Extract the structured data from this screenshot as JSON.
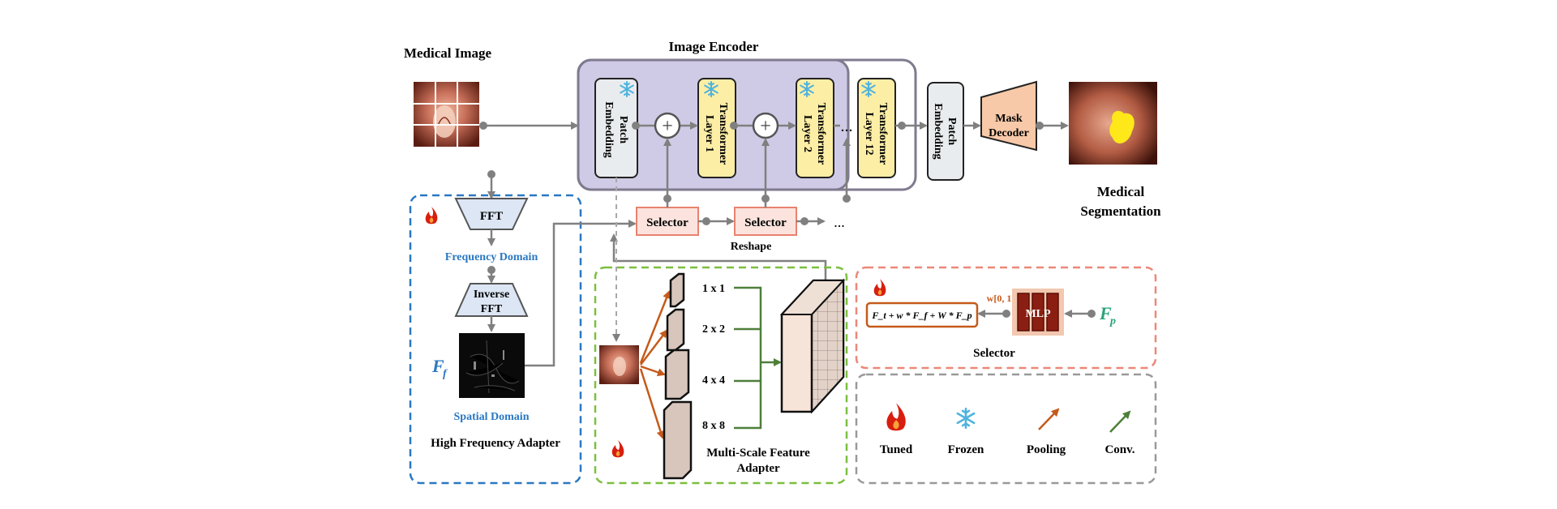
{
  "titles": {
    "medical_image": "Medical Image",
    "image_encoder": "Image Encoder",
    "segmentation_line1": "Medical",
    "segmentation_line2": "Segmentation"
  },
  "encoder": {
    "patch_embedding_l1": "Patch",
    "patch_embedding_l2": "Embedding",
    "layer1_l1": "Transformer",
    "layer1_l2": "Layer 1",
    "layer2_l1": "Transformer",
    "layer2_l2": "Layer 2",
    "layer12_l1": "Transformer",
    "layer12_l2": "Layer 12",
    "ellipsis": "...",
    "plus": "+"
  },
  "post": {
    "patch_embedding_l1": "Patch",
    "patch_embedding_l2": "Embedding",
    "mask_decoder_l1": "Mask",
    "mask_decoder_l2": "Decoder"
  },
  "hfa": {
    "fft": "FFT",
    "frequency_domain": "Frequency Domain",
    "inverse_fft_l1": "Inverse",
    "inverse_fft_l2": "FFT",
    "ff_symbol": "F",
    "ff_sub": "f",
    "spatial_domain": "Spatial Domain",
    "title": "High Frequency Adapter"
  },
  "selectors": {
    "selector1": "Selector",
    "selector2": "Selector",
    "ellipsis": "...",
    "reshape": "Reshape"
  },
  "msfa": {
    "scale1": "1 x 1",
    "scale2": "2 x 2",
    "scale3": "4 x 4",
    "scale4": "8 x 8",
    "title_l1": "Multi-Scale Feature",
    "title_l2": "Adapter"
  },
  "selector_panel": {
    "formula": "F_t + w * F_f + W * F_p",
    "weight": "w[0, 1]",
    "mlp": "MLP",
    "fp_symbol": "F",
    "fp_sub": "p",
    "title": "Selector"
  },
  "legend": {
    "tuned": "Tuned",
    "frozen": "Frozen",
    "pooling": "Pooling",
    "conv": "Conv."
  },
  "colors": {
    "encoder_fill": "#cfcbe6",
    "transformer_fill": "#fdeea6",
    "patch_fill": "#e9ecee",
    "decoder_fill": "#f7c9a8",
    "fft_fill": "#dce6f4",
    "selector_fill": "#fde3dd",
    "selector_stroke": "#e9826e",
    "blue_dash": "#2a78c2",
    "green_dash": "#7bbf3f",
    "red_dash": "#ec8878",
    "gray_dash": "#999999",
    "pooling_arrow": "#c55a1a",
    "conv_arrow": "#4e7f3a",
    "flame": "#d81e0e",
    "snowflake": "#4fb3de"
  }
}
